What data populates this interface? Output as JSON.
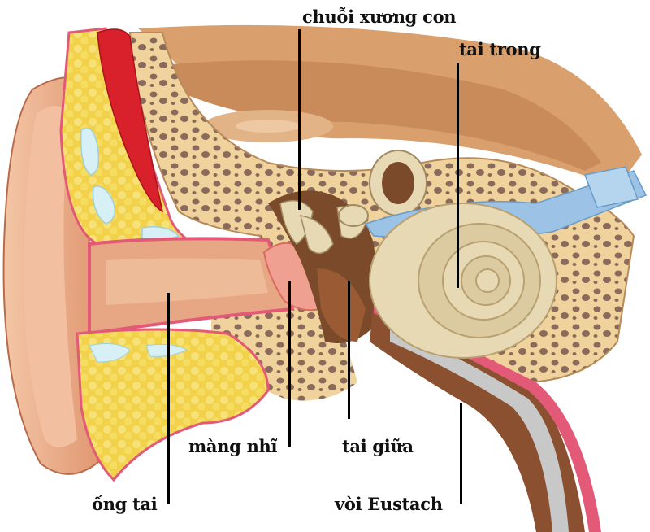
{
  "diagram": {
    "subject": "ear anatomy cross-section",
    "labels": [
      {
        "id": "ossicles",
        "text": "chuỗi xương con"
      },
      {
        "id": "inner-ear",
        "text": "tai trong"
      },
      {
        "id": "eardrum",
        "text": "màng nhĩ"
      },
      {
        "id": "middle-ear",
        "text": "tai giữa"
      },
      {
        "id": "ear-canal",
        "text": "ống tai"
      },
      {
        "id": "eustachian-tube",
        "text": "vòi Eustach"
      }
    ]
  },
  "colors": {
    "background": "#ffffff",
    "skin": "#e8a784",
    "skin_light": "#f3c6a6",
    "bone": "#f0d39c",
    "bone_pores": "#8a6a5a",
    "fat": "#f1d24a",
    "muscle": "#d8212a",
    "membrane": "#e25a78",
    "cochlea": "#e8d9b5",
    "nerve": "#9cc3e6",
    "cavity": "#7a4a2a",
    "tissue_top": "#d9a06e"
  }
}
